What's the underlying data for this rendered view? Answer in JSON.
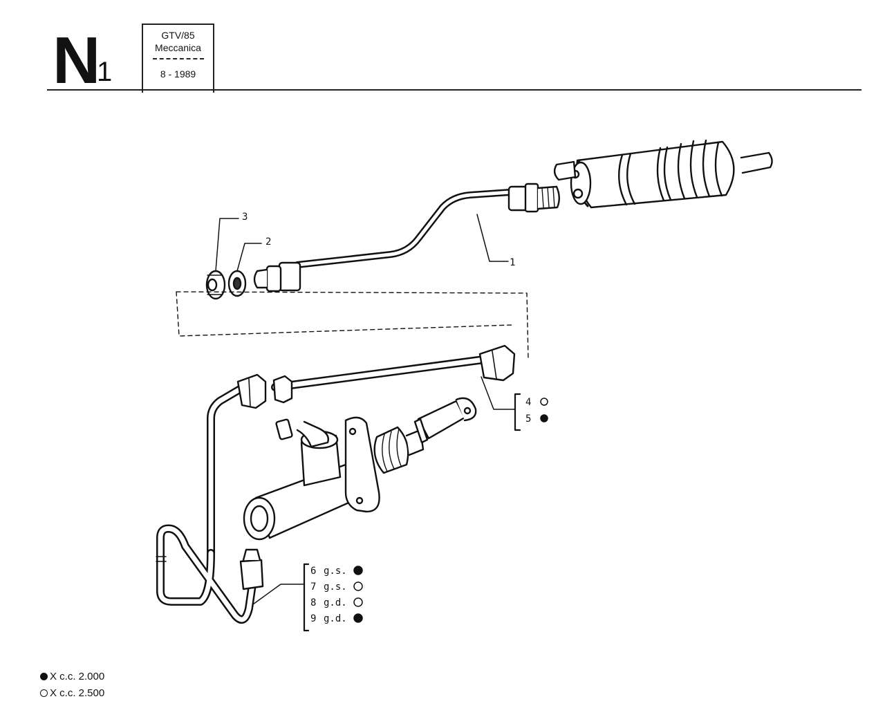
{
  "header": {
    "section_letter": "N",
    "section_number": "1",
    "model": "GTV/85",
    "category": "Meccanica",
    "date": "8 - 1989"
  },
  "callouts": [
    {
      "number": "1"
    },
    {
      "number": "2"
    },
    {
      "number": "3"
    },
    {
      "number": "4",
      "marker": "open"
    },
    {
      "number": "5",
      "marker": "filled"
    },
    {
      "number": "6",
      "text": "g.s.",
      "marker": "filled"
    },
    {
      "number": "7",
      "text": "g.s.",
      "marker": "open"
    },
    {
      "number": "8",
      "text": "g.d.",
      "marker": "open"
    },
    {
      "number": "9",
      "text": "g.d.",
      "marker": "filled"
    }
  ],
  "legend": [
    {
      "marker": "filled",
      "text": "X c.c. 2.000"
    },
    {
      "marker": "open",
      "text": "X c.c. 2.500"
    }
  ]
}
